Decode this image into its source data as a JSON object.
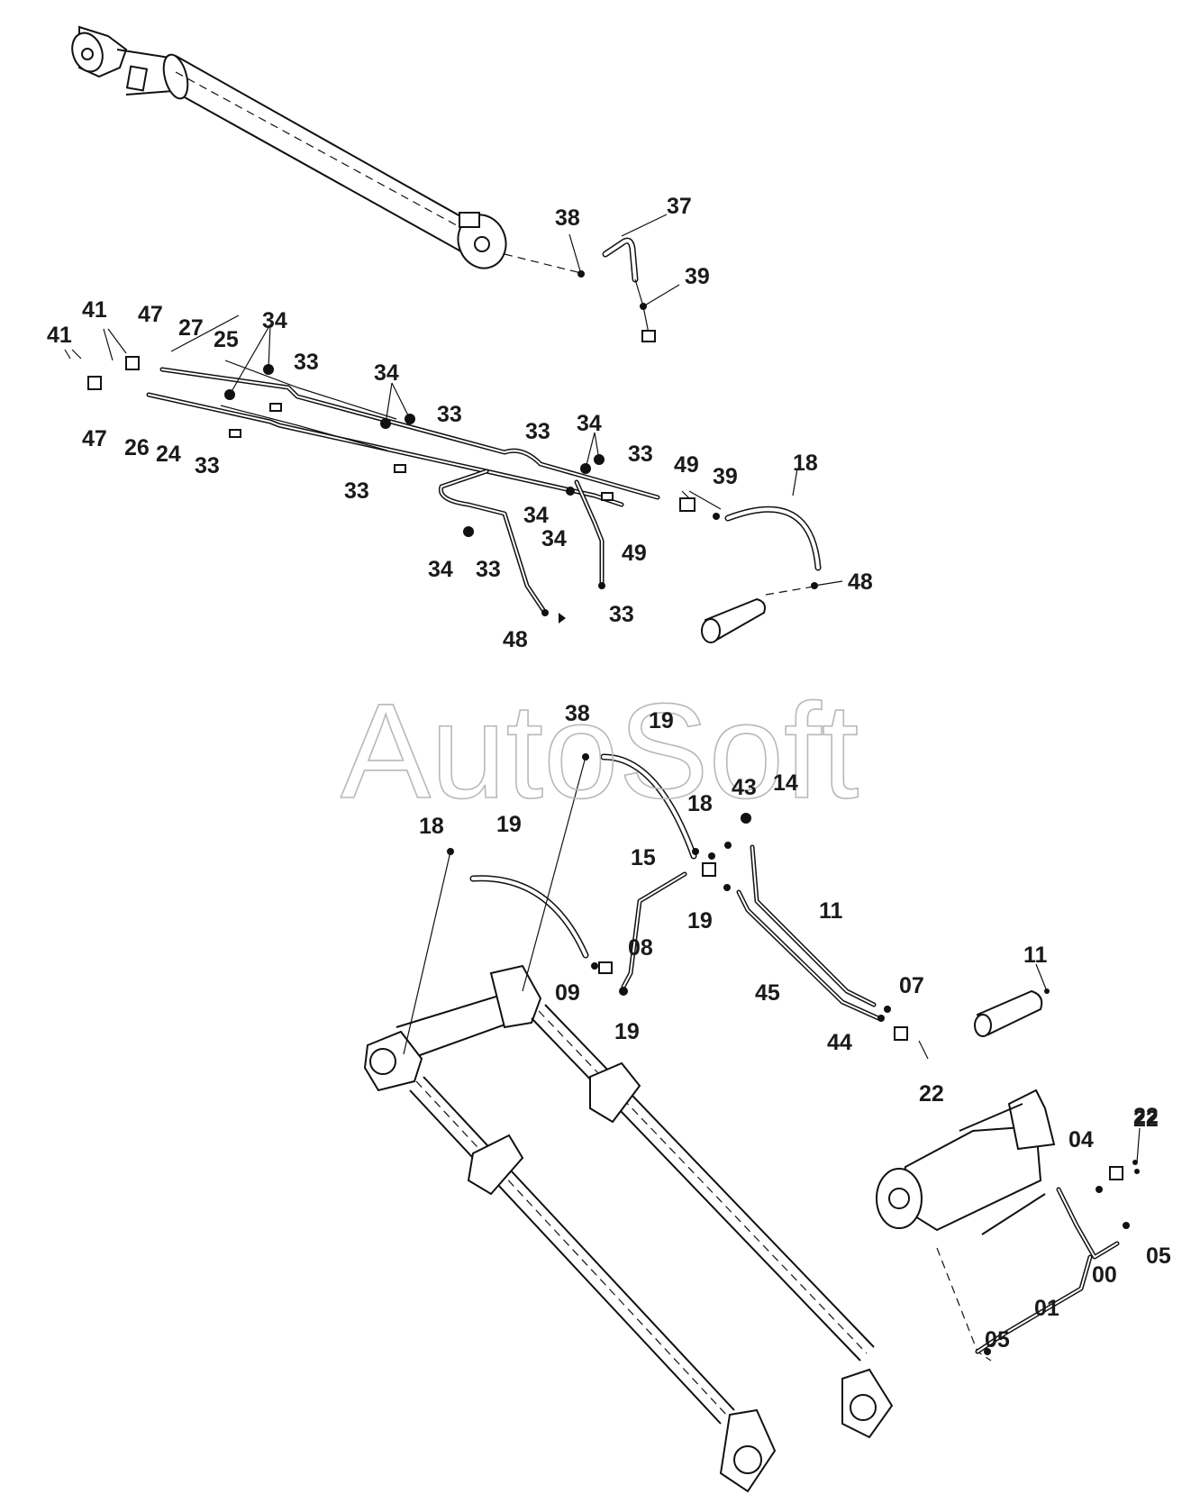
{
  "watermark": "AutoSoft",
  "labels": [
    "38",
    "37",
    "39",
    "41",
    "47",
    "27",
    "25",
    "34",
    "33",
    "41",
    "47",
    "26",
    "24",
    "33",
    "34",
    "33",
    "34",
    "33",
    "33",
    "34",
    "33",
    "49",
    "39",
    "18",
    "34",
    "33",
    "49",
    "34",
    "33",
    "48",
    "48",
    "38",
    "19",
    "18",
    "19",
    "18",
    "43",
    "14",
    "15",
    "19",
    "11",
    "08",
    "09",
    "19",
    "45",
    "07",
    "44",
    "11",
    "22",
    "22",
    "04",
    "22",
    "00",
    "05",
    "01",
    "05"
  ]
}
